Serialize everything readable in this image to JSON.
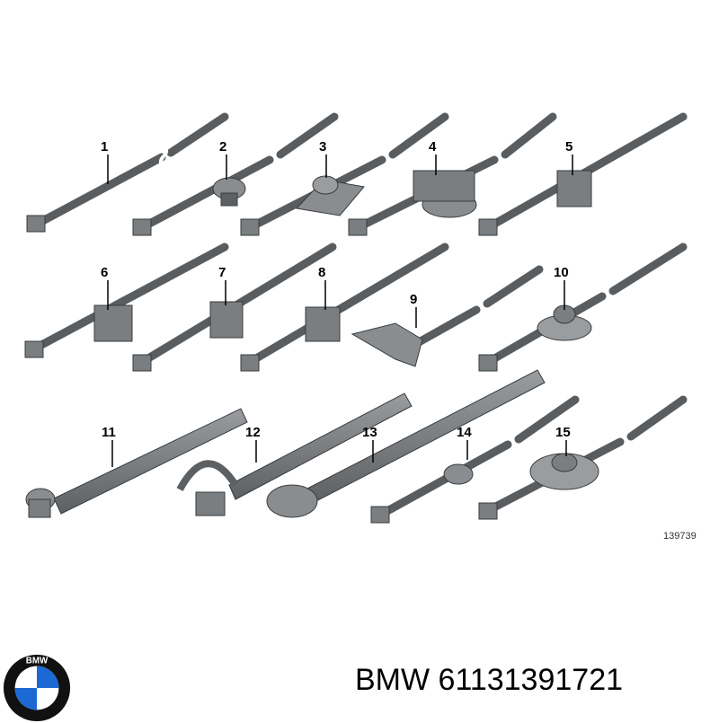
{
  "callouts": [
    "1",
    "2",
    "3",
    "4",
    "5",
    "6",
    "7",
    "8",
    "9",
    "10",
    "11",
    "12",
    "13",
    "14",
    "15"
  ],
  "figure_id": "139739",
  "logo": {
    "letters": "BMW",
    "icon": "bmw-roundel-icon",
    "colors": {
      "blue": "#1c69d4",
      "ring": "#111111"
    }
  },
  "brand_text": "BMW 61131391721",
  "colors": {
    "part": "#7b7e80",
    "part_dark": "#4a4d4f",
    "part_light": "#a7aaac",
    "leader": "#000000"
  }
}
